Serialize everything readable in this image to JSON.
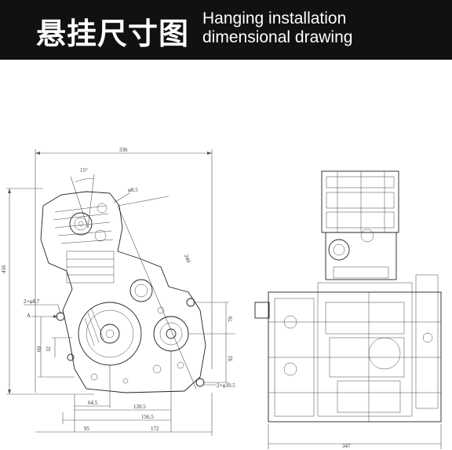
{
  "header": {
    "title_cn": "悬挂尺寸图",
    "title_en_line1": "Hanging installation",
    "title_en_line2": "dimensional drawing"
  },
  "dimensions": {
    "overall_width": "336",
    "overall_height": "416",
    "angle": "15°",
    "top_hole": "φ8.5",
    "diagonal": "240",
    "left_holes": "2×φ8.7",
    "label_a": "A",
    "dim_32": "32",
    "dim_60": "60",
    "dim_70": "70",
    "dim_92": "92",
    "bottom_holes": "2×φ10.5",
    "dim_64_5": "64.5",
    "dim_120_5": "120.5",
    "dim_156_5": "156.5",
    "dim_95": "95",
    "dim_172": "172",
    "side_dim": "347"
  }
}
